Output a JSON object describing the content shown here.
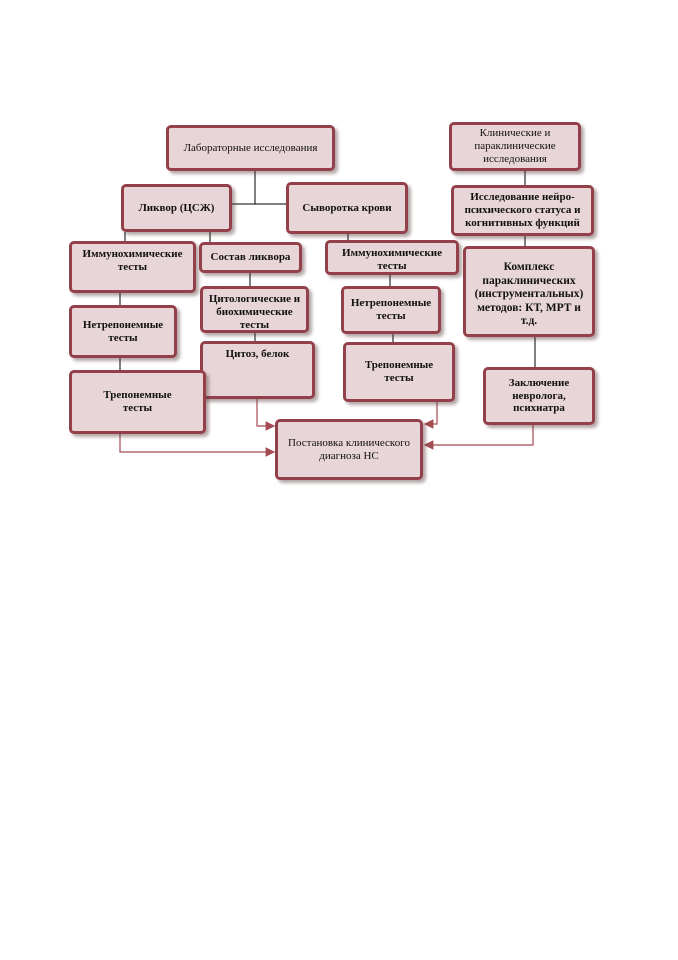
{
  "nodes": {
    "lab": "Лабораторные исследования",
    "clinical": "Клинические и\nпараклинические\nисследования",
    "csf": "Ликвор (ЦСЖ)",
    "serum": "Сыворотка крови",
    "neuro_status": "Исследование нейро-\nпсихического статуса и\nкогнитивных функций",
    "csf_immuno": "Иммунохимические\nтесты",
    "csf_composition": "Состав ликвора",
    "serum_immuno": "Иммунохимические\nтесты",
    "paraclinical": "Комплекс\nпараклинических\n(инструментальных)\nметодов: КТ, МРТ и т.д.",
    "csf_nontreponemal": "Нетрепонемные\nтесты",
    "cytology": "Цитологические и\nбиохимические\nтесты",
    "serum_nontreponemal": "Нетрепонемные\nтесты",
    "cytosis": "Цитоз, белок",
    "serum_treponemal": "Трепонемные тесты",
    "conclusion": "Заключение\nневролога,\nпсихиатра",
    "csf_treponemal": "Трепонемные\nтесты",
    "diagnosis": "Постановка клинического\nдиагноза НС"
  },
  "colors": {
    "box_fill": "#e8d5d8",
    "box_border": "#94404a",
    "tree_line": "#000000",
    "arrow": "#a34a52"
  }
}
